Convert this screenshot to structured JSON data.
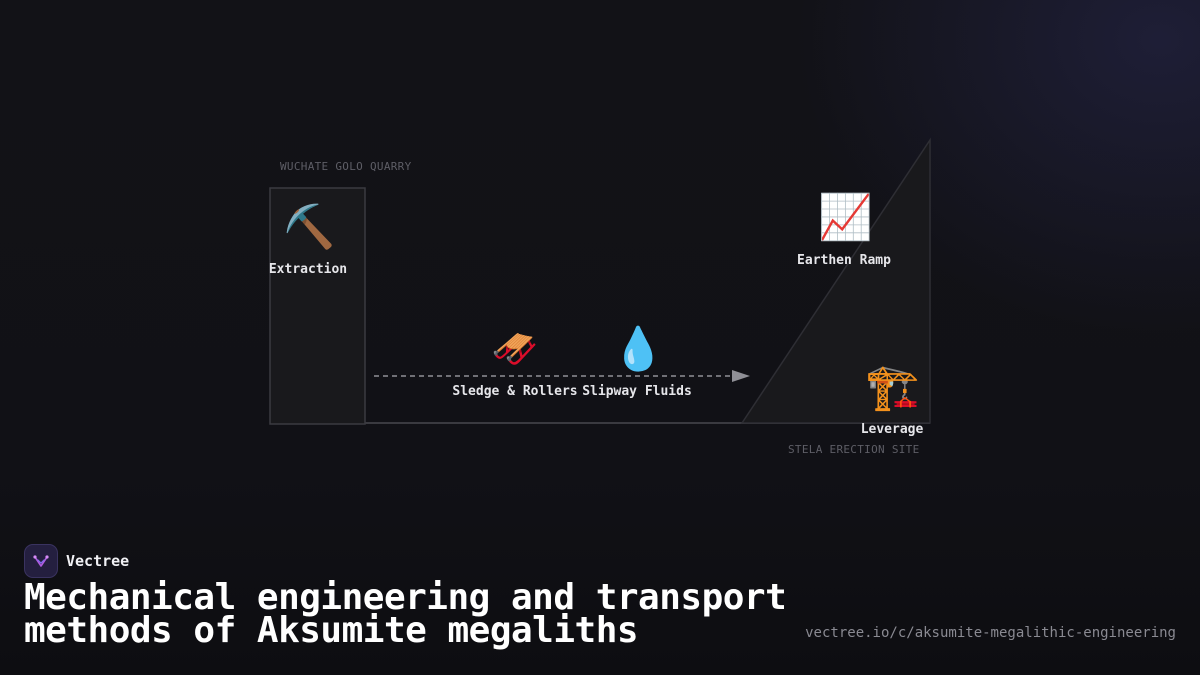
{
  "diagram": {
    "quarry_label": "WUCHATE GOLO QUARRY",
    "erection_label": "STELA ERECTION SITE",
    "nodes": [
      {
        "id": "extraction",
        "label": "Extraction",
        "icon": "pick-icon",
        "glyph": "⛏️"
      },
      {
        "id": "sledge",
        "label": "Sledge & Rollers",
        "icon": "sled-icon",
        "glyph": "🛷"
      },
      {
        "id": "fluids",
        "label": "Slipway Fluids",
        "icon": "droplet-icon",
        "glyph": "💧"
      },
      {
        "id": "ramp",
        "label": "Earthen Ramp",
        "icon": "chart-increasing-icon",
        "glyph": "📈"
      },
      {
        "id": "leverage",
        "label": "Leverage",
        "icon": "construction-crane-icon",
        "glyph": "🏗️"
      }
    ],
    "colors": {
      "block_fill": "#19191c",
      "block_stroke": "#3a3a40",
      "arrow": "#8f8f96"
    }
  },
  "footer": {
    "brand_name": "Vectree",
    "brand_icon": "vectree-logo-icon",
    "title": "Mechanical engineering and transport methods of Aksumite megaliths",
    "url": "vectree.io/c/aksumite-megalithic-engineering"
  }
}
